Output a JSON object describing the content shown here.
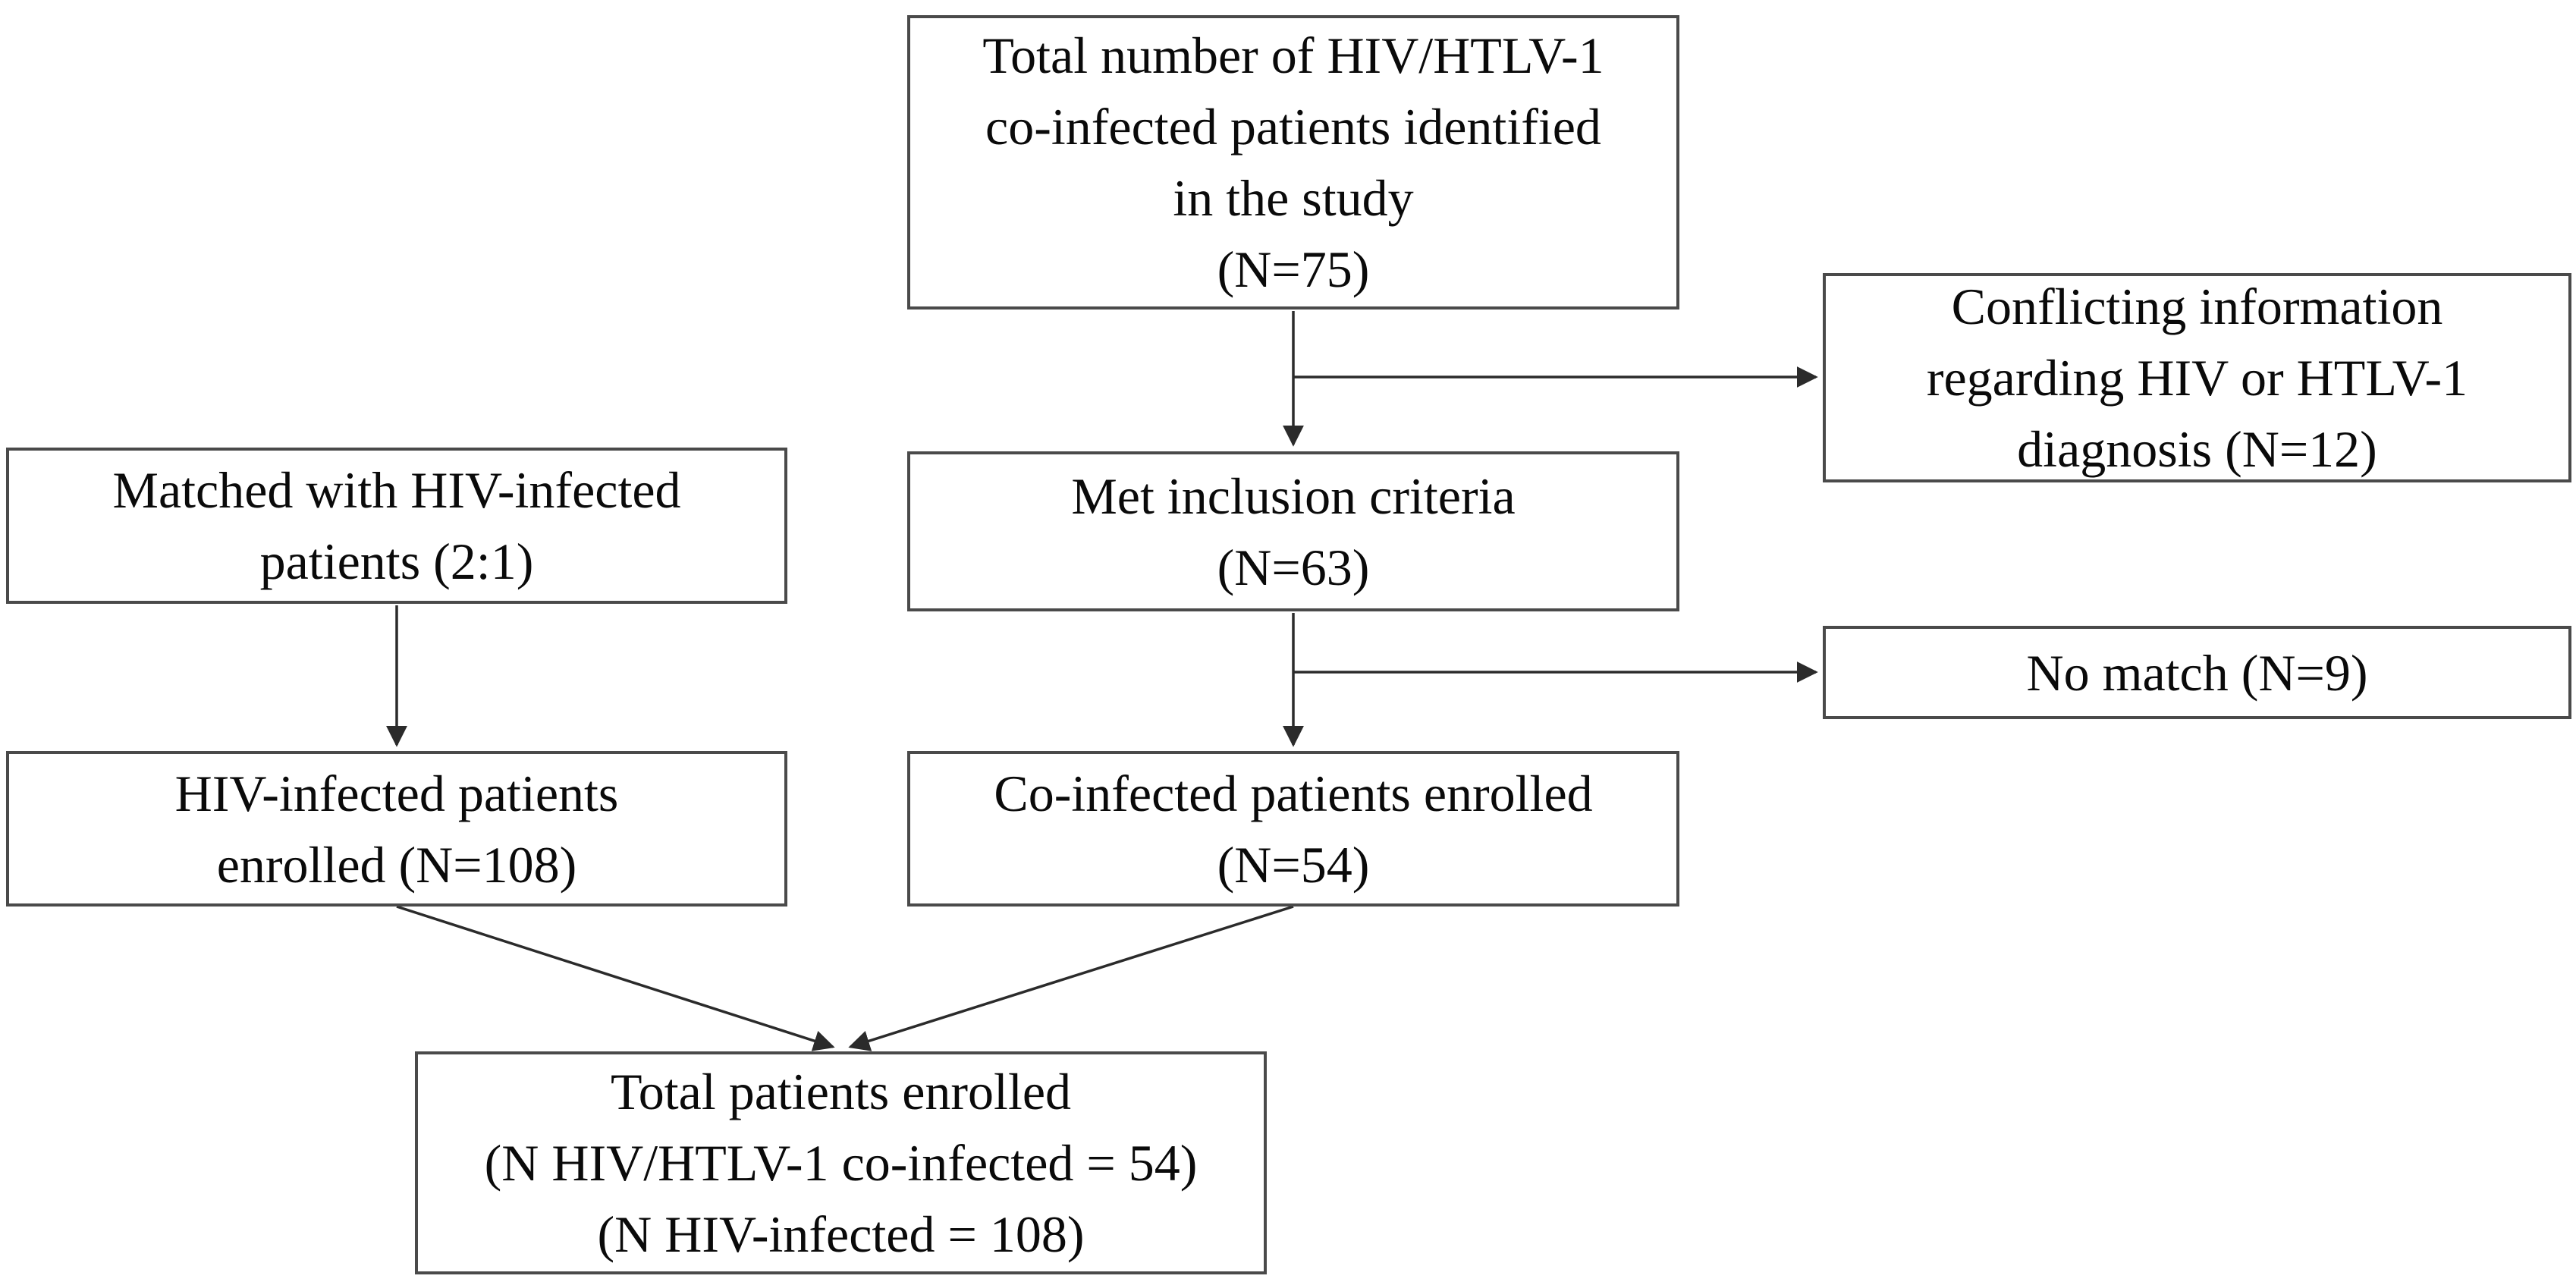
{
  "figure": {
    "type": "flowchart",
    "boxes": {
      "total_identified": {
        "lines": [
          "Total number of HIV/HTLV-1",
          "co-infected patients identified",
          "in the study",
          "(N=75)"
        ],
        "n": 75
      },
      "conflicting_info": {
        "lines": [
          "Conflicting information",
          "regarding HIV or HTLV-1",
          "diagnosis (N=12)"
        ],
        "n": 12
      },
      "matched": {
        "lines": [
          "Matched with HIV-infected",
          "patients (2:1)"
        ],
        "ratio": "2:1"
      },
      "met_inclusion": {
        "lines": [
          "Met inclusion criteria",
          "(N=63)"
        ],
        "n": 63
      },
      "no_match": {
        "lines": [
          "No match (N=9)"
        ],
        "n": 9
      },
      "hiv_enrolled": {
        "lines": [
          "HIV-infected patients",
          "enrolled (N=108)"
        ],
        "n": 108
      },
      "coinfected_enrolled": {
        "lines": [
          "Co-infected patients enrolled",
          "(N=54)"
        ],
        "n": 54
      },
      "total_enrolled": {
        "lines": [
          "Total patients enrolled",
          "(N HIV/HTLV-1 co-infected = 54)",
          "(N HIV-infected = 108)"
        ],
        "n_coinfected": 54,
        "n_hiv": 108
      }
    },
    "colors": {
      "box_border": "#4a4a4a",
      "arrow": "#2b2b2b",
      "text": "#0a0a0a",
      "background": "#ffffff"
    }
  }
}
